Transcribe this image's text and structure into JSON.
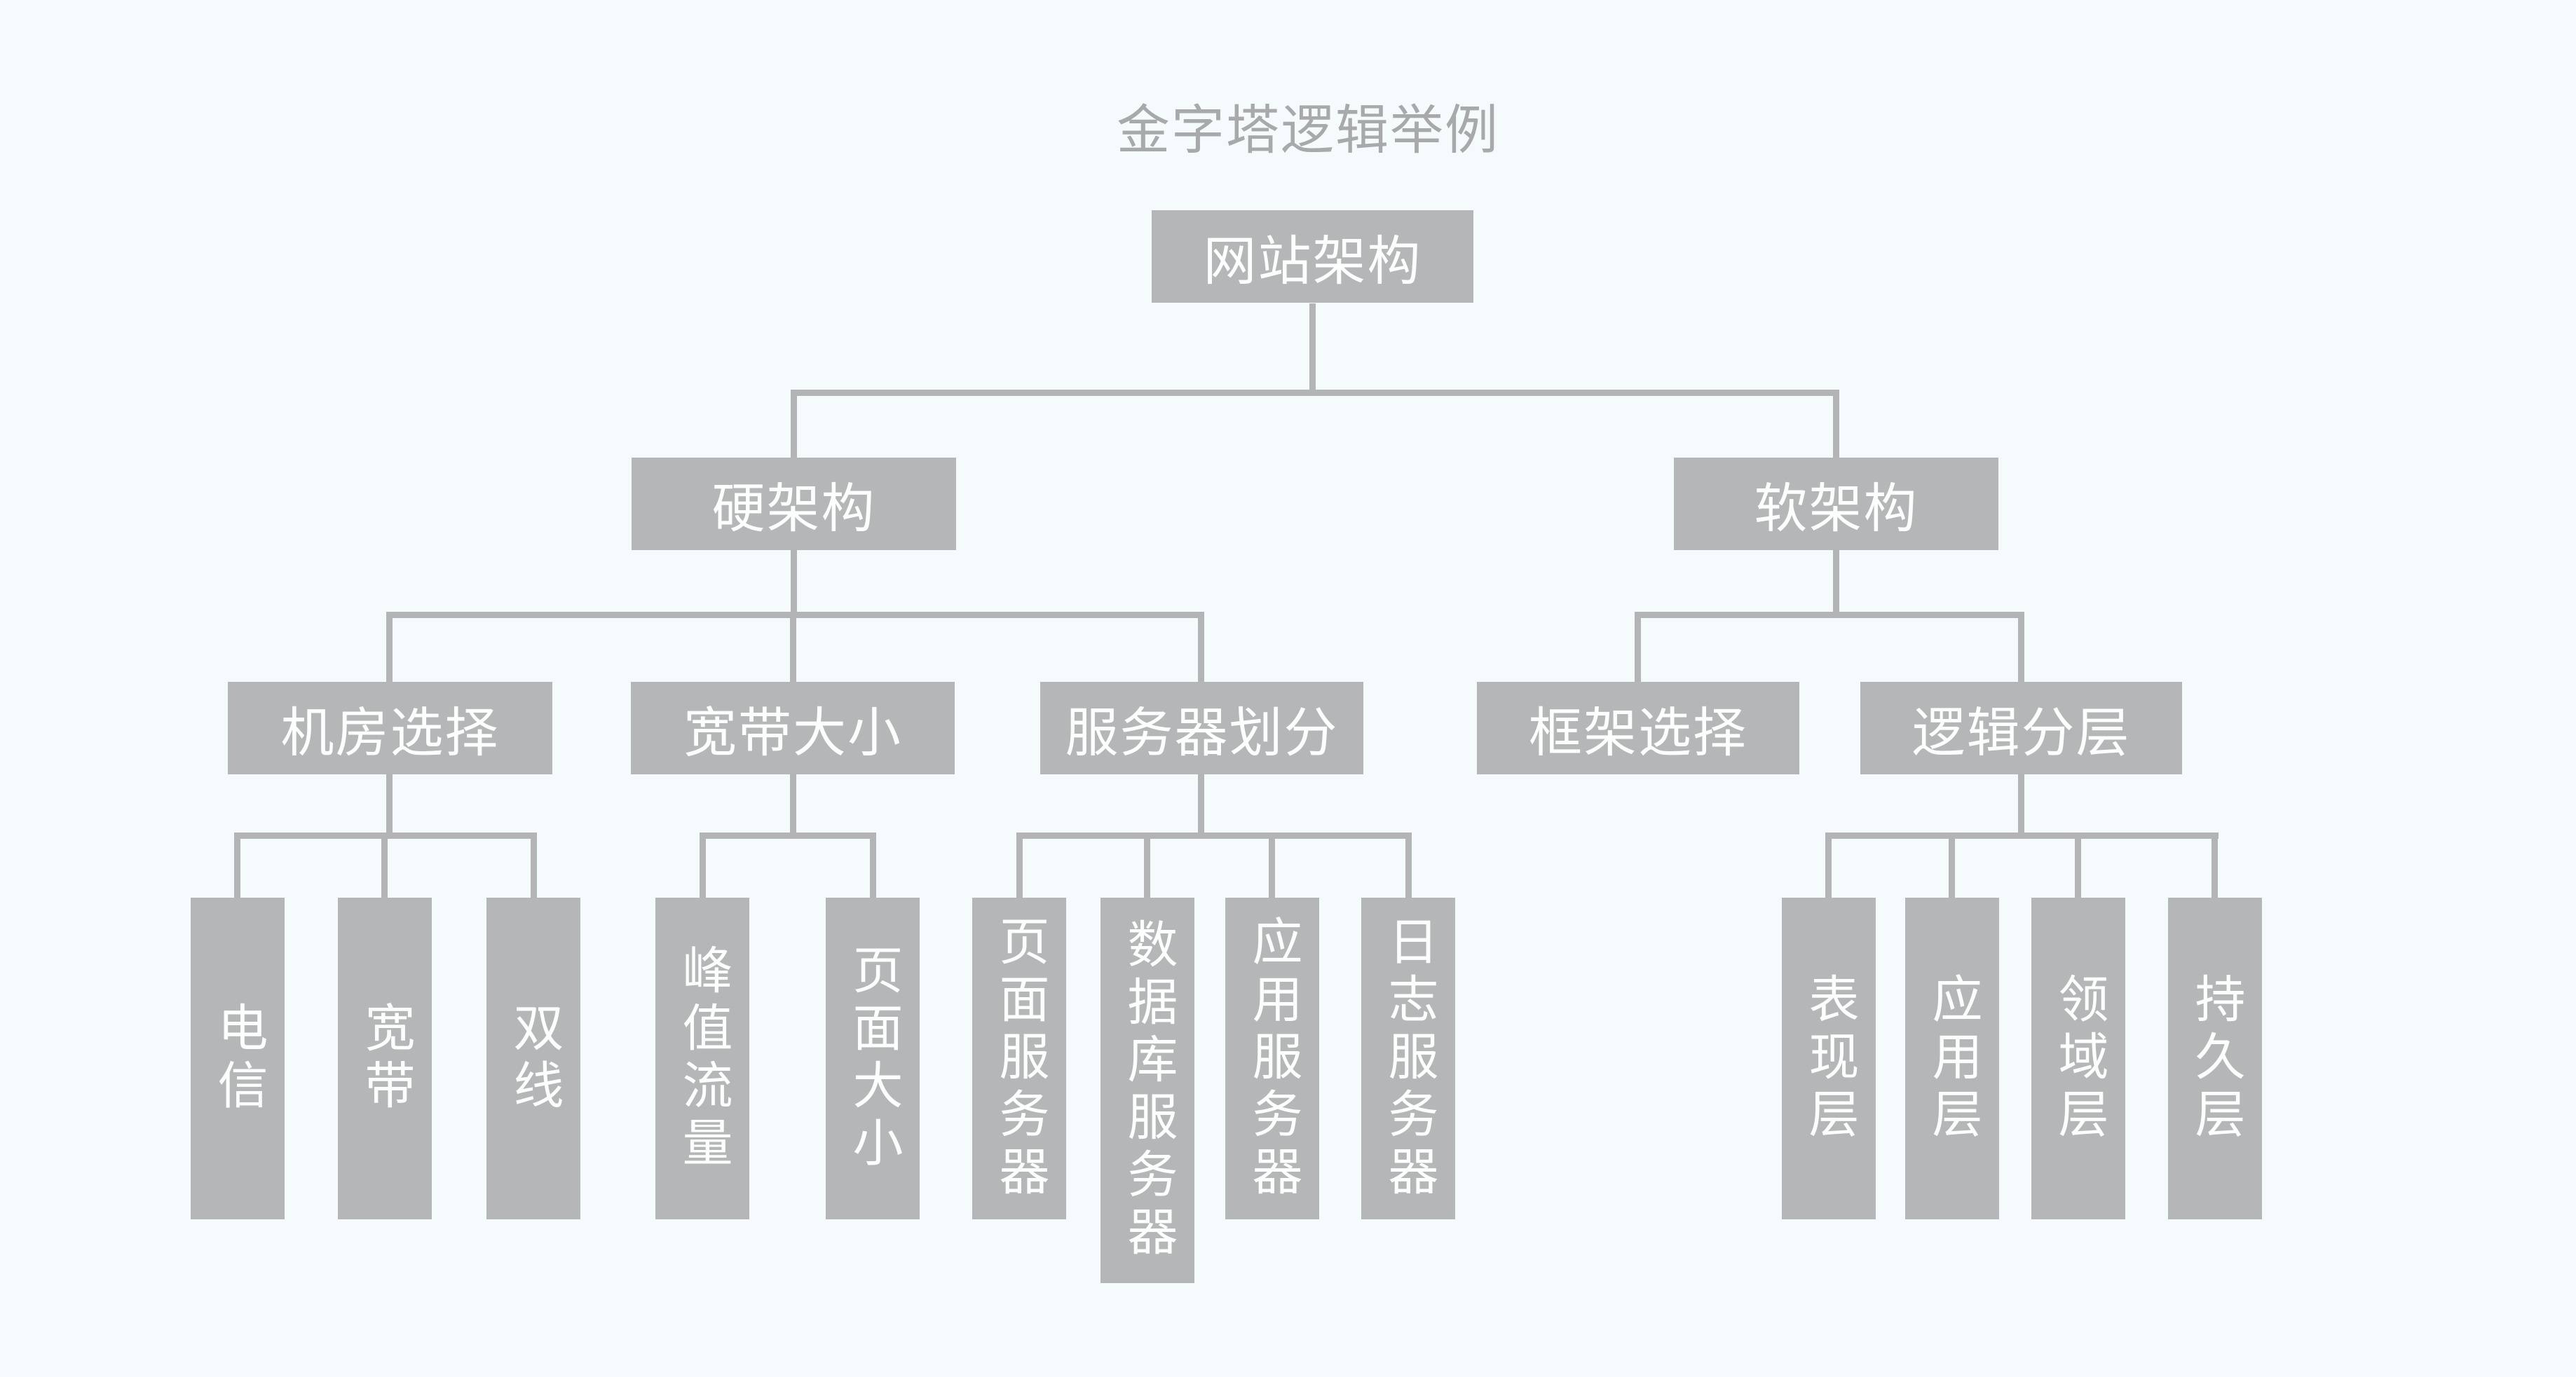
{
  "title": "金字塔逻辑举例",
  "colors": {
    "background": "#f5fbfd",
    "node_fill": "#b5b6b7",
    "node_text": "#fcfdfd",
    "connector": "#b3b4b6",
    "title_text": "#a7a9ab"
  },
  "tree": {
    "label": "网站架构",
    "children": [
      {
        "label": "硬架构",
        "children": [
          {
            "label": "机房选择",
            "children": [
              {
                "label": "电信"
              },
              {
                "label": "宽带"
              },
              {
                "label": "双线"
              }
            ]
          },
          {
            "label": "宽带大小",
            "children": [
              {
                "label": "峰值流量"
              },
              {
                "label": "页面大小"
              }
            ]
          },
          {
            "label": "服务器划分",
            "children": [
              {
                "label": "页面服务器"
              },
              {
                "label": "数据库服务器"
              },
              {
                "label": "应用服务器"
              },
              {
                "label": "日志服务器"
              }
            ]
          }
        ]
      },
      {
        "label": "软架构",
        "children": [
          {
            "label": "框架选择",
            "children": []
          },
          {
            "label": "逻辑分层",
            "children": [
              {
                "label": "表现层"
              },
              {
                "label": "应用层"
              },
              {
                "label": "领域层"
              },
              {
                "label": "持久层"
              }
            ]
          }
        ]
      }
    ]
  }
}
